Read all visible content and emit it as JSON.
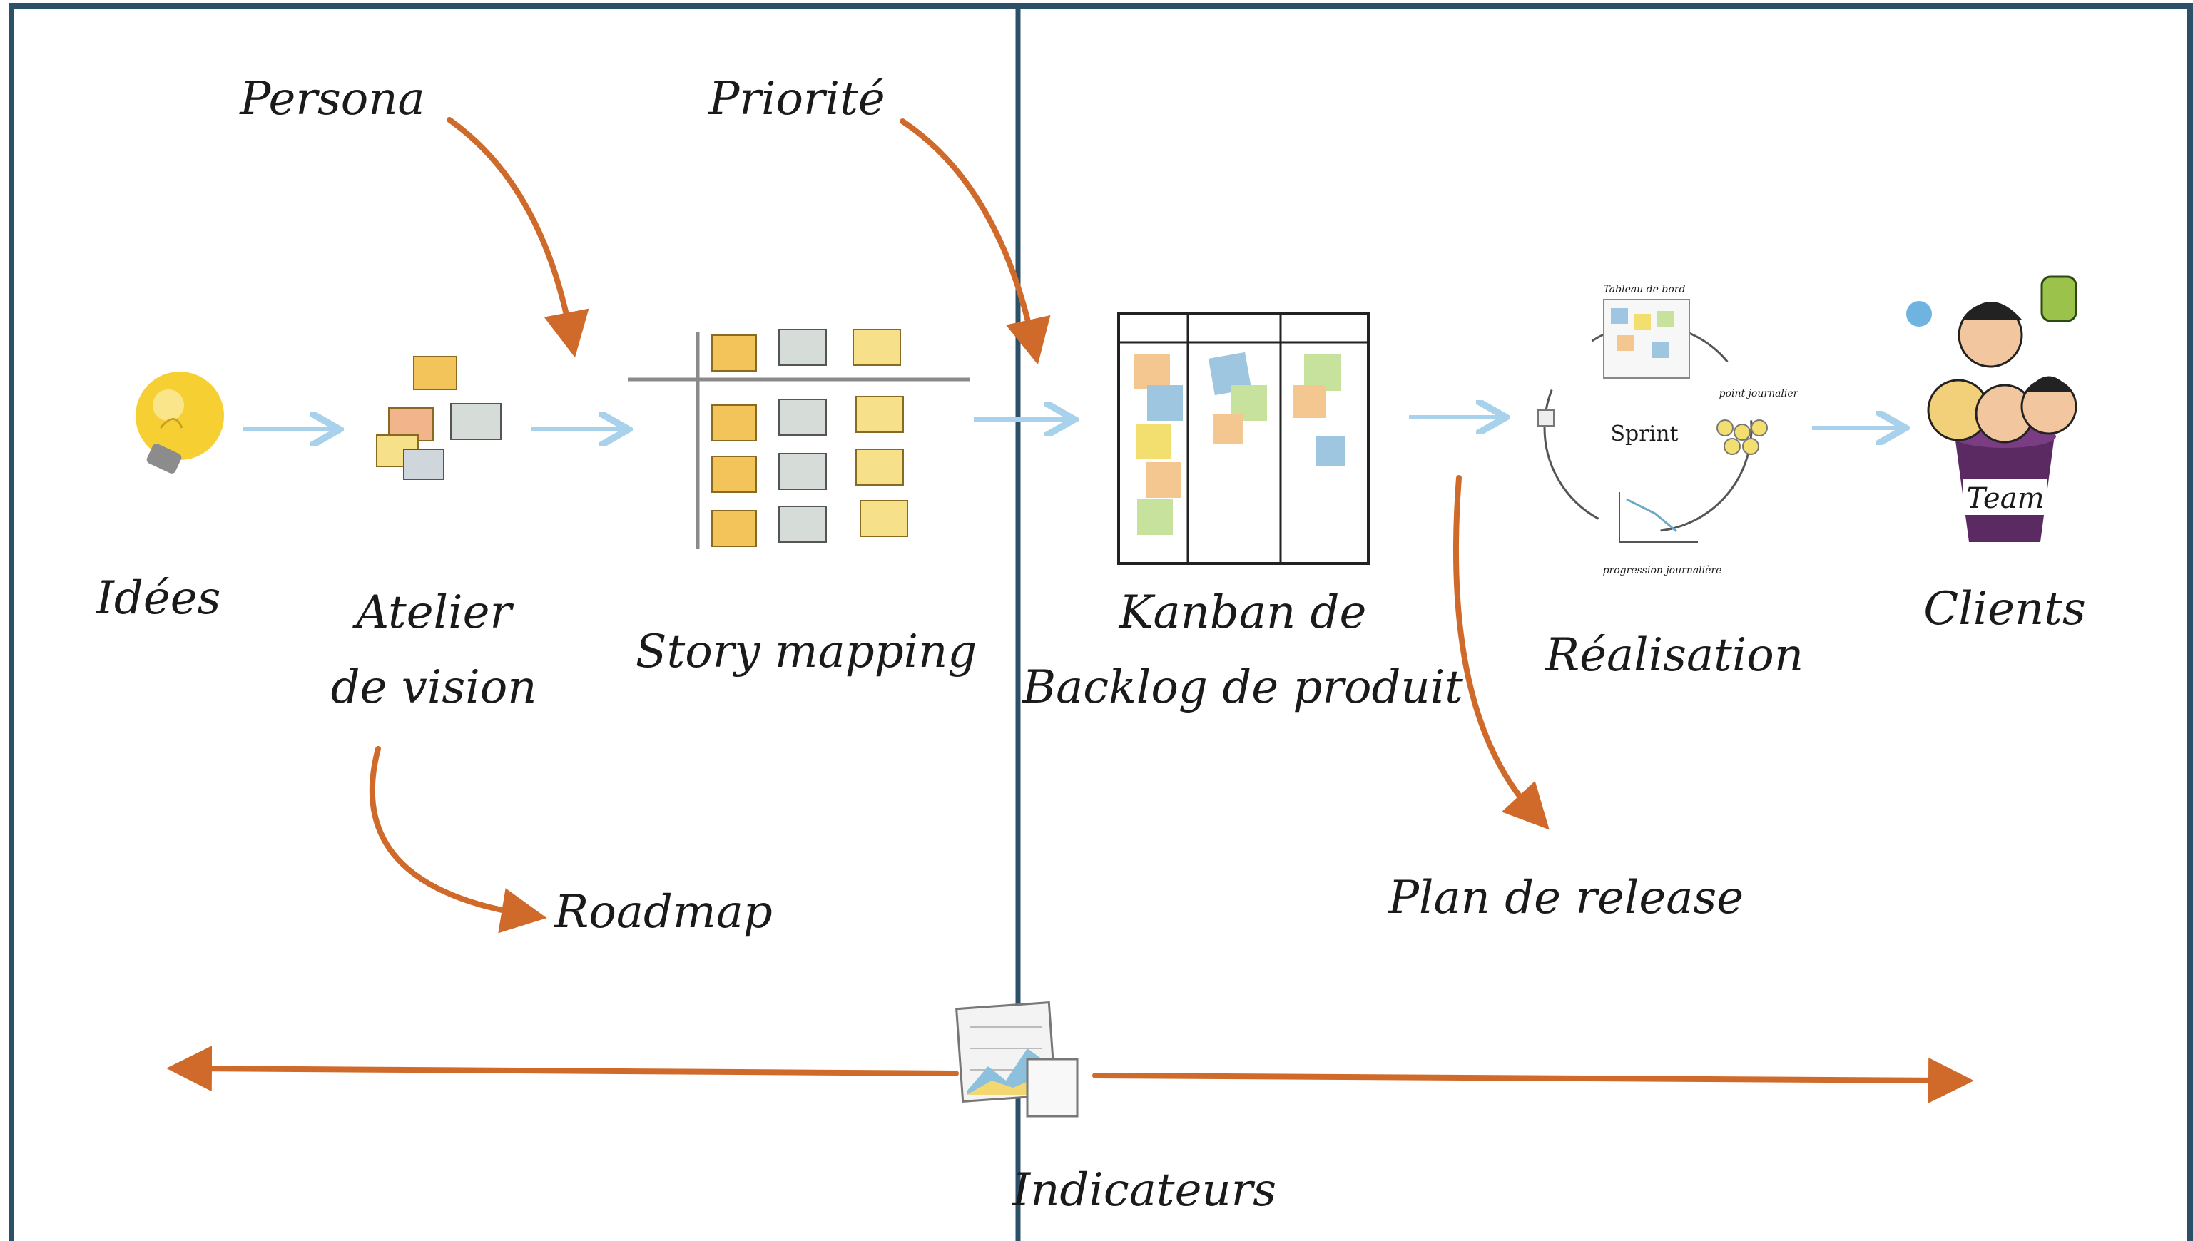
{
  "labels": {
    "persona": "Persona",
    "priorite": "Priorité",
    "idees": "Idées",
    "atelier_line1": "Atelier",
    "atelier_line2": "de vision",
    "story_mapping": "Story mapping",
    "kanban_line1": "Kanban de",
    "kanban_line2": "Backlog de produit",
    "realisation": "Réalisation",
    "clients": "Clients",
    "roadmap": "Roadmap",
    "plan_release": "Plan de release",
    "indicateurs": "Indicateurs"
  },
  "sprint": {
    "center": "Sprint",
    "tableau": "Tableau de bord",
    "point": "point journalier",
    "progression": "progression journalière"
  },
  "team_label": "Team",
  "colors": {
    "frame": "#2c5068",
    "orange": "#cf6a2a",
    "blue_arrow": "#a8d2ec",
    "bulb": "#f6cf33",
    "bucket": "#5b2a63"
  }
}
